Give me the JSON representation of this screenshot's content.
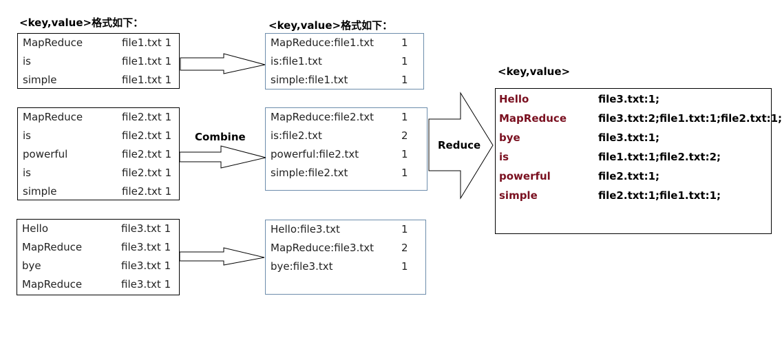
{
  "headers": {
    "left": "<key,value>格式如下：",
    "middle": "<key,value>格式如下：",
    "right": "<key,value>"
  },
  "labels": {
    "combine": "Combine",
    "reduce": "Reduce"
  },
  "map_outputs": [
    {
      "rows": [
        {
          "key": "MapReduce",
          "value": "file1.txt 1"
        },
        {
          "key": "is",
          "value": "file1.txt 1"
        },
        {
          "key": "simple",
          "value": "file1.txt 1"
        }
      ]
    },
    {
      "rows": [
        {
          "key": "MapReduce",
          "value": "file2.txt 1"
        },
        {
          "key": "is",
          "value": "file2.txt 1"
        },
        {
          "key": "powerful",
          "value": "file2.txt 1"
        },
        {
          "key": "is",
          "value": "file2.txt 1"
        },
        {
          "key": "simple",
          "value": "file2.txt 1"
        }
      ]
    },
    {
      "rows": [
        {
          "key": "Hello",
          "value": "file3.txt 1"
        },
        {
          "key": "MapReduce",
          "value": "file3.txt 1"
        },
        {
          "key": "bye",
          "value": "file3.txt 1"
        },
        {
          "key": "MapReduce",
          "value": "file3.txt 1"
        }
      ]
    }
  ],
  "combine_outputs": [
    {
      "rows": [
        {
          "key": "MapReduce:file1.txt",
          "value": "1"
        },
        {
          "key": "is:file1.txt",
          "value": "1"
        },
        {
          "key": "simple:file1.txt",
          "value": "1"
        }
      ]
    },
    {
      "rows": [
        {
          "key": "MapReduce:file2.txt",
          "value": "1"
        },
        {
          "key": "is:file2.txt",
          "value": "2"
        },
        {
          "key": "powerful:file2.txt",
          "value": "1"
        },
        {
          "key": "simple:file2.txt",
          "value": "1"
        }
      ]
    },
    {
      "rows": [
        {
          "key": "Hello:file3.txt",
          "value": "1"
        },
        {
          "key": "MapReduce:file3.txt",
          "value": "2"
        },
        {
          "key": "bye:file3.txt",
          "value": "1"
        }
      ]
    }
  ],
  "reduce_output": {
    "rows": [
      {
        "key": "Hello",
        "value": "file3.txt:1;"
      },
      {
        "key": "MapReduce",
        "value": "file3.txt:2;file1.txt:1;file2.txt:1;"
      },
      {
        "key": "bye",
        "value": "file3.txt:1;"
      },
      {
        "key": "is",
        "value": "file1.txt:1;file2.txt:2;"
      },
      {
        "key": "powerful",
        "value": "file2.txt:1;"
      },
      {
        "key": "simple",
        "value": "file2.txt:1;file1.txt:1;"
      }
    ]
  }
}
